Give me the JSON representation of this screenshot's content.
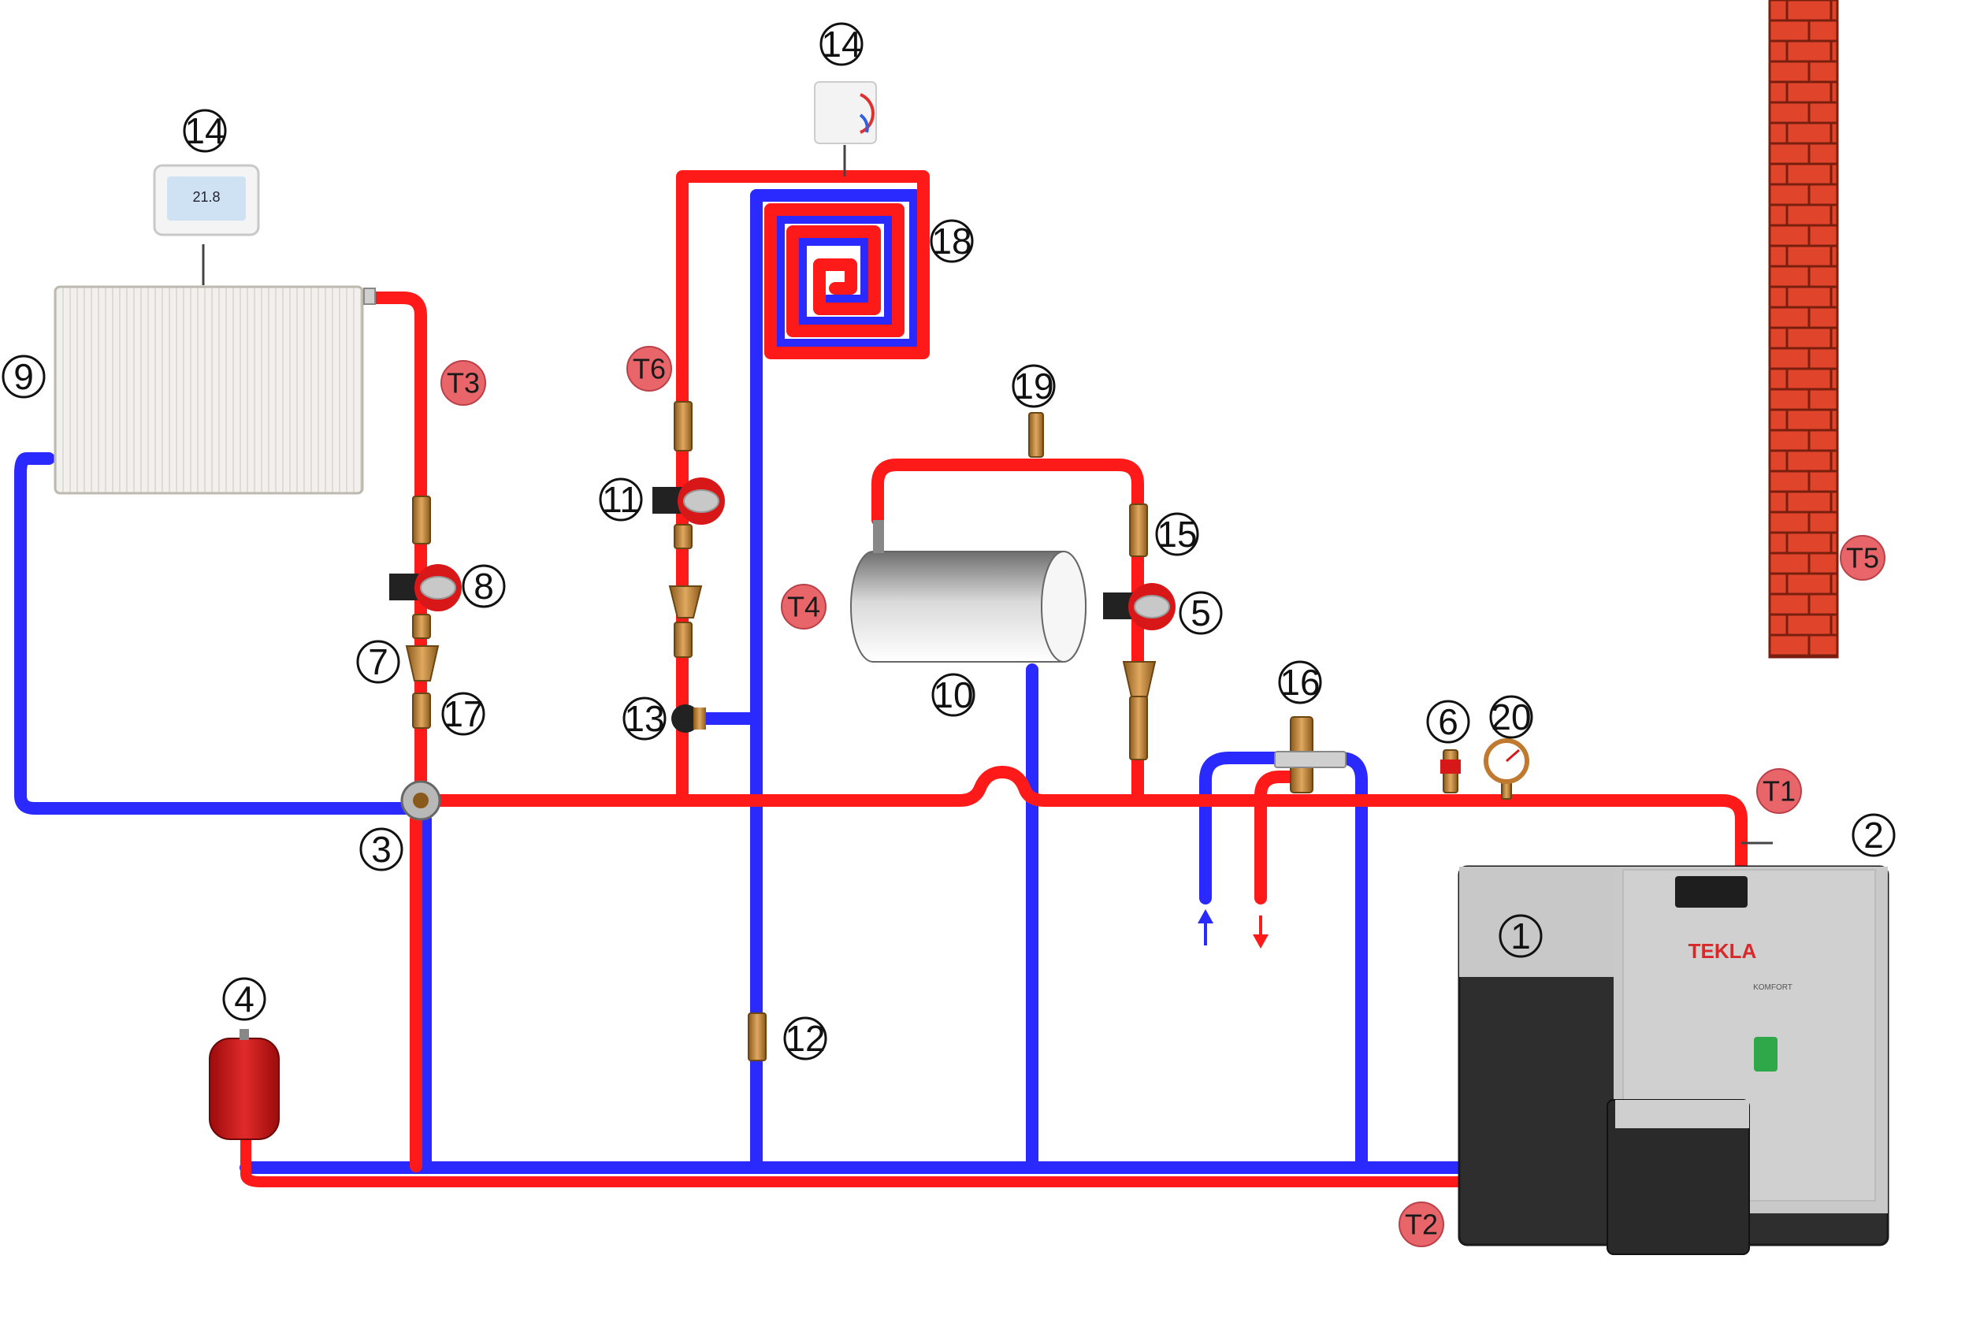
{
  "labels": {
    "n1": "1",
    "n2": "2",
    "n3": "3",
    "n4": "4",
    "n5": "5",
    "n6": "6",
    "n7": "7",
    "n8": "8",
    "n9": "9",
    "n10": "10",
    "n11": "11",
    "n12": "12",
    "n13": "13",
    "n14a": "14",
    "n14b": "14",
    "n15": "15",
    "n16": "16",
    "n17": "17",
    "n18": "18",
    "n19": "19",
    "n20": "20"
  },
  "sensors": {
    "t1": "T1",
    "t2": "T2",
    "t3": "T3",
    "t4": "T4",
    "t5": "T5",
    "t6": "T6"
  },
  "boiler": {
    "brand": "TEKLA",
    "model": "KOMFORT"
  },
  "controller": {
    "temperature": "21.8"
  },
  "colors": {
    "supply": "#ff1a1a",
    "return": "#2a2aff",
    "sensor_fill": "#e8666a",
    "brick": "#e0452b",
    "boiler_dark": "#2a2a2a",
    "boiler_light": "#c8c8c8"
  }
}
